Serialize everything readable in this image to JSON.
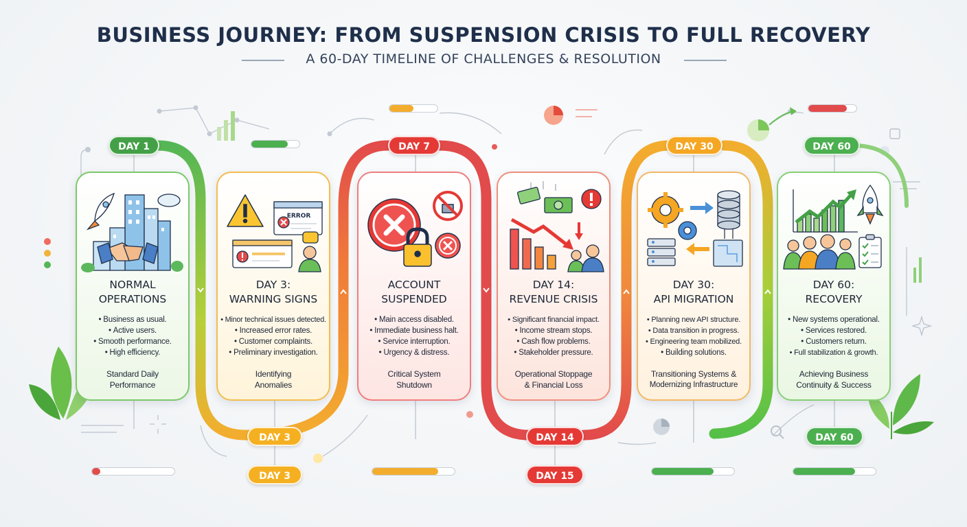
{
  "header": {
    "title": "BUSINESS JOURNEY: FROM SUSPENSION CRISIS TO FULL RECOVERY",
    "subtitle": "A 60-DAY TIMELINE OF CHALLENGES & RESOLUTION"
  },
  "colors": {
    "green": "#4caf50",
    "yellow": "#f3ad2e",
    "red": "#e24b4b",
    "orange": "#f08a3c",
    "lime": "#6cc94a"
  },
  "stages": [
    {
      "top_badge": "DAY 1",
      "title": "NORMAL OPERATIONS",
      "title_lines": [
        "NORMAL",
        "OPERATIONS"
      ],
      "bullets": [
        "Business as usual.",
        "Active users.",
        "Smooth performance.",
        "High efficiency."
      ],
      "footer_lines": [
        "Standard Daily",
        "Performance"
      ],
      "icons": [
        "rocket-icon",
        "city-buildings-icon",
        "handshake-icon",
        "cloud-icon"
      ]
    },
    {
      "bottom_badge": "DAY 3",
      "title_lines": [
        "DAY 3:",
        "WARNING SIGNS"
      ],
      "bullets": [
        "Minor technical issues detected.",
        "Increased error rates.",
        "Customer complaints.",
        "Preliminary investigation."
      ],
      "footer_lines": [
        "Identifying",
        "Anomalies"
      ],
      "window_label": "ERROR",
      "icons": [
        "warning-icon",
        "error-window-icon",
        "alert-window-icon",
        "worried-user-icon"
      ]
    },
    {
      "top_badge": "DAY 7",
      "title_lines": [
        "ACCOUNT",
        "SUSPENDED"
      ],
      "bullets": [
        "Main access disabled.",
        "Immediate business halt.",
        "Service interruption.",
        "Urgency & distress."
      ],
      "footer_lines": [
        "Critical System",
        "Shutdown"
      ],
      "icons": [
        "denied-x-icon",
        "padlock-icon",
        "blocked-lock-icon",
        "blocked-x-icon"
      ]
    },
    {
      "bottom_badge": "DAY 14",
      "title_lines": [
        "DAY 14:",
        "REVENUE CRISIS"
      ],
      "bullets": [
        "Significant financial impact.",
        "Income stream stops.",
        "Cash flow problems.",
        "Stakeholder pressure."
      ],
      "footer_lines": [
        "Operational Stoppage",
        "& Financial Loss"
      ],
      "icons": [
        "falling-money-icon",
        "declining-bar-chart-icon",
        "alert-icon",
        "stressed-people-icon"
      ]
    },
    {
      "top_badge": "DAY 30",
      "title_lines": [
        "DAY 30:",
        "API MIGRATION"
      ],
      "bullets": [
        "Planning new API structure.",
        "Data transition in progress.",
        "Engineering team mobilized.",
        "Building solutions."
      ],
      "footer_lines": [
        "Transitioning Systems &",
        "Modernizing Infrastructure"
      ],
      "icons": [
        "gears-icon",
        "database-icon",
        "server-rack-icon",
        "blueprint-icon",
        "transfer-arrows-icon"
      ]
    },
    {
      "bottom_badge": "DAY 60",
      "title_lines": [
        "DAY 60:",
        "RECOVERY"
      ],
      "bullets": [
        "New systems operational.",
        "Services restored.",
        "Customers return.",
        "Full stabilization & growth."
      ],
      "footer_lines": [
        "Achieving Business",
        "Continuity & Success"
      ],
      "icons": [
        "growth-chart-icon",
        "rocket-icon",
        "happy-team-icon",
        "checklist-icon"
      ]
    }
  ],
  "extra_badges": [
    {
      "label": "DAY 3"
    },
    {
      "label": "DAY 15"
    }
  ],
  "progress_bars": [
    {
      "level": 0.75,
      "color": "#4caf50"
    },
    {
      "level": 0.5,
      "color": "#f3ad2e"
    },
    {
      "level": 0.8,
      "color": "#e24b4b"
    },
    {
      "level": 0.1,
      "color": "#e24b4b"
    },
    {
      "level": 0.8,
      "color": "#f3ad2e"
    },
    {
      "level": 0.75,
      "color": "#4caf50"
    },
    {
      "level": 0.75,
      "color": "#4caf50"
    }
  ]
}
